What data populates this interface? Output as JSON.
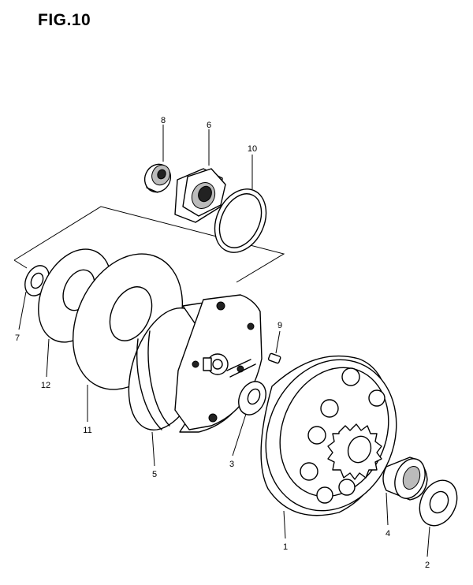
{
  "figure": {
    "title": "FIG.10"
  },
  "callouts": {
    "c1": "1",
    "c2": "2",
    "c3": "3",
    "c4": "4",
    "c5": "5",
    "c6": "6",
    "c7": "7",
    "c8": "8",
    "c9": "9",
    "c10": "10",
    "c11": "11",
    "c12": "12"
  }
}
